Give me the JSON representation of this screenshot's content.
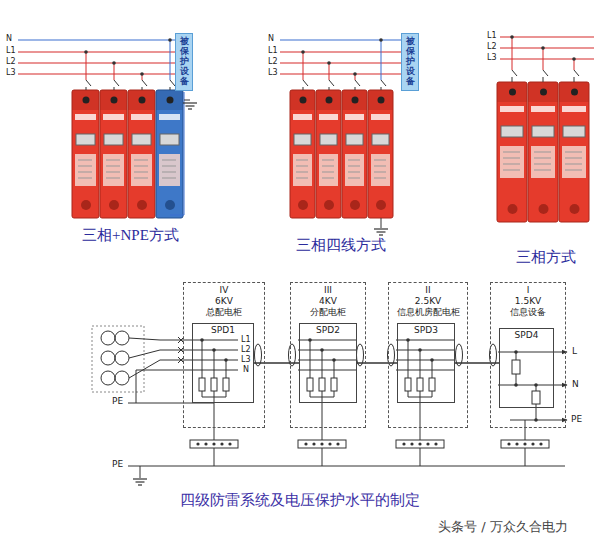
{
  "diagram": {
    "caption": "四级防雷系统及电压保护水平的制定",
    "nodes": [
      {
        "text": [
          "被保护设备"
        ]
      },
      {
        "text": [
          "被保护设备"
        ]
      },
      {
        "text": [
          "IV",
          "6KV",
          "总配电柜"
        ]
      },
      {
        "text": [
          "SPD1"
        ],
        "in": 2
      },
      {
        "text": [
          "III",
          "4KV",
          "分配电柜"
        ]
      },
      {
        "text": [
          "SPD2"
        ],
        "in": 4
      },
      {
        "text": [
          "II",
          "2.5KV",
          "信息机房配电柜"
        ]
      },
      {
        "text": [
          "SPD3"
        ],
        "in": 6
      },
      {
        "text": [
          "I",
          "1.5KV",
          "信息设备"
        ]
      },
      {
        "text": [
          "SPD4"
        ],
        "in": 8
      }
    ],
    "edges": [
      {
        "from": 3,
        "to": 5,
        "arrow": "none"
      },
      {
        "from": 5,
        "to": 7,
        "arrow": "none"
      },
      {
        "from": 7,
        "to": 9,
        "arrow": "none"
      }
    ],
    "labels": [
      "N",
      "L1",
      "L2",
      "L3",
      "N",
      "L1",
      "L2",
      "L3",
      "L1",
      "L2",
      "L3",
      "三相+NPE方式",
      "三相四线方式",
      "三相方式",
      "L1",
      "L2",
      "L3",
      "N",
      "L",
      "N",
      "PE",
      "PE",
      "PE",
      "头条号 / 万众久合电力"
    ]
  }
}
